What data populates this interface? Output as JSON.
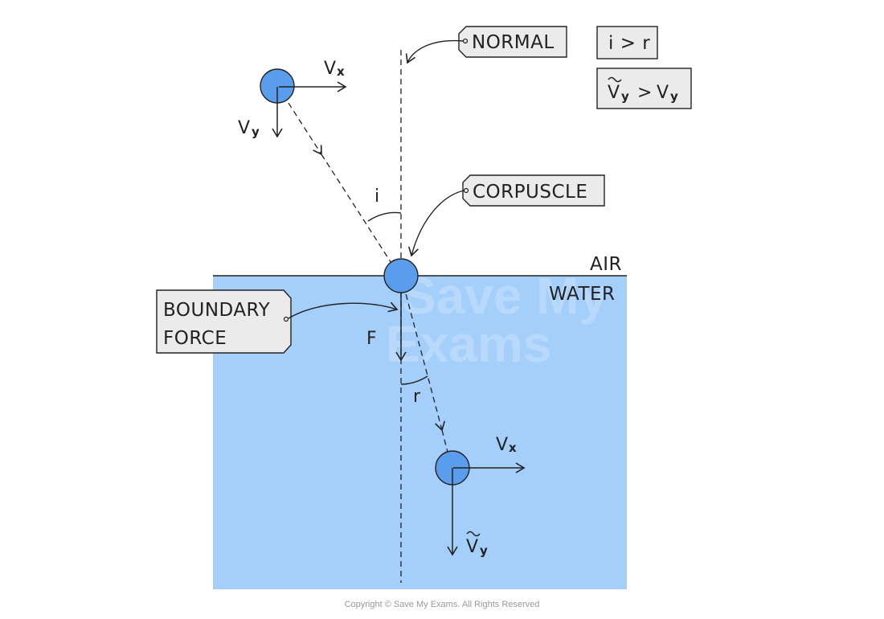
{
  "labels": {
    "normal": "NORMAL",
    "corpuscle": "CORPUSCLE",
    "boundary_force_line1": "BOUNDARY",
    "boundary_force_line2": "FORCE",
    "air": "AIR",
    "water": "WATER",
    "angle_i": "i",
    "angle_r": "r",
    "force": "F",
    "v": "V",
    "x": "x",
    "y": "y",
    "tilde_v": "Ṽ"
  },
  "info_boxes": {
    "i_gt_r": "i > r",
    "vy_tilde_gt_vy_sym": ">"
  },
  "watermark": {
    "line1": "Save My",
    "line2": "Exams"
  },
  "copyright": "Copyright © Save My Exams. All Rights Reserved",
  "colors": {
    "water": "#a4cffa",
    "corpuscle": "#5b9ded",
    "tag_fill": "#ebebeb",
    "stroke": "#222222"
  }
}
